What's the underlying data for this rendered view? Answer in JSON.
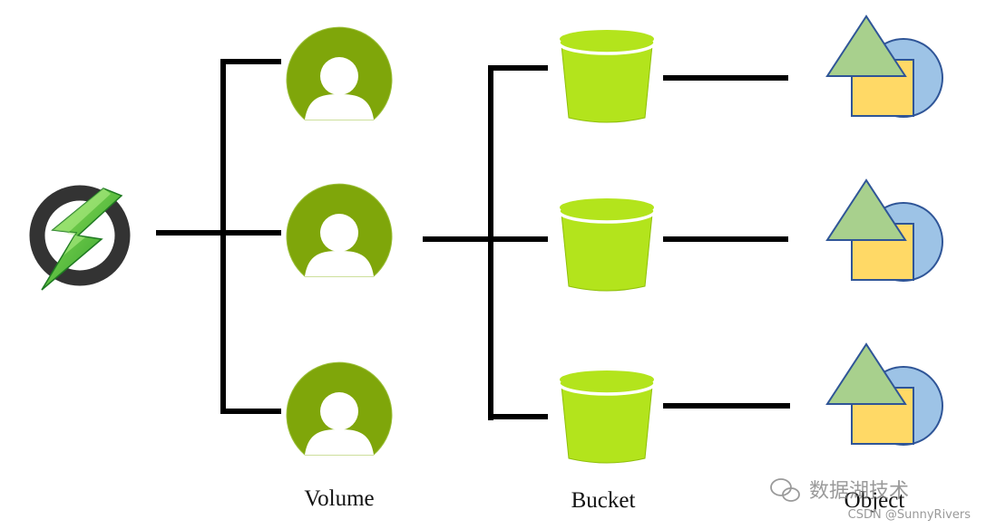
{
  "labels": {
    "volume": "Volume",
    "bucket": "Bucket",
    "object": "Object"
  },
  "watermark": {
    "account": "数据湖技术",
    "credit": "CSDN @SunnyRivers"
  },
  "nodes": {
    "root": {
      "icon": "ozone-lightning-logo-icon"
    },
    "volumes": [
      {
        "icon": "user-avatar-icon"
      },
      {
        "icon": "user-avatar-icon"
      },
      {
        "icon": "user-avatar-icon"
      }
    ],
    "buckets": [
      {
        "icon": "bucket-icon"
      },
      {
        "icon": "bucket-icon"
      },
      {
        "icon": "bucket-icon"
      }
    ],
    "objects": [
      {
        "icon": "shapes-icon"
      },
      {
        "icon": "shapes-icon"
      },
      {
        "icon": "shapes-icon"
      }
    ]
  },
  "colors": {
    "volume_green": "#7fa60a",
    "bucket_green": "#b3e41c",
    "triangle_green": "#a8d08d",
    "square_yellow": "#ffd966",
    "circle_blue": "#9dc3e6",
    "shape_stroke": "#2f5597",
    "connector": "#000000"
  }
}
